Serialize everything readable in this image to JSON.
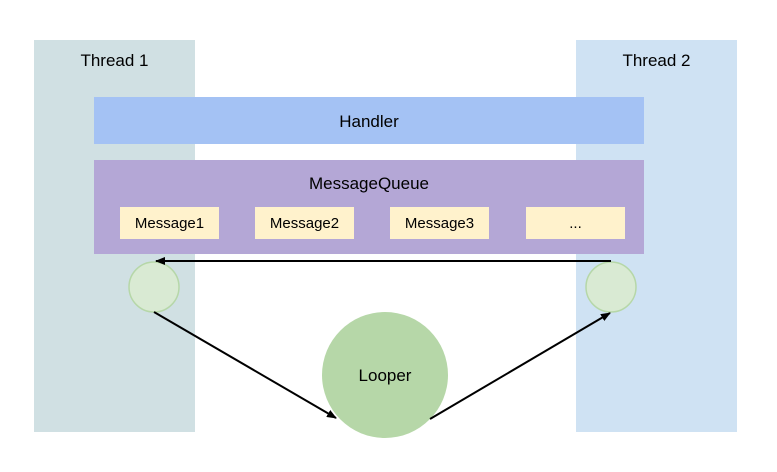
{
  "threads": [
    {
      "label": "Thread 1",
      "color": "#d0e0e3"
    },
    {
      "label": "Thread 2",
      "color": "#cfe2f3"
    }
  ],
  "handler": {
    "label": "Handler",
    "color": "#a4c2f4"
  },
  "message_queue": {
    "label": "MessageQueue",
    "color": "#b4a7d6",
    "messages": [
      {
        "label": "Message1"
      },
      {
        "label": "Message2"
      },
      {
        "label": "Message3"
      },
      {
        "label": "..."
      }
    ],
    "message_color": "#fff2cc"
  },
  "looper": {
    "label": "Looper",
    "color": "#b6d7a8"
  },
  "handoff_node_color": "#d9ead3"
}
